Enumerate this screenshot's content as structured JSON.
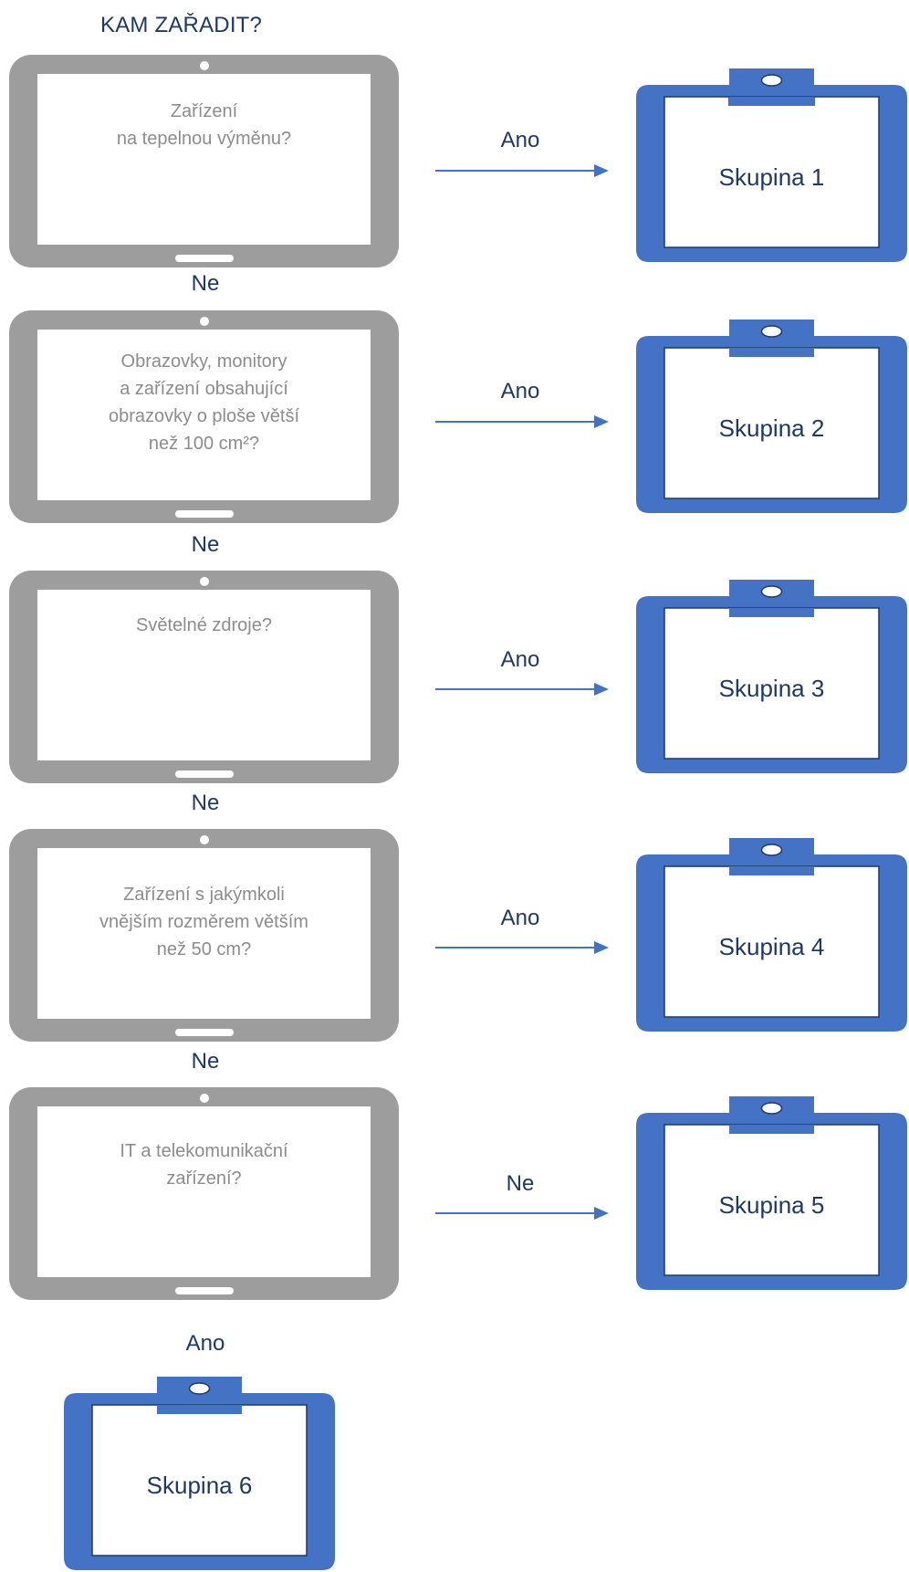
{
  "title": "KAM ZAŘADIT?",
  "questions": [
    {
      "text": "Zařízení\nna tepelnou výměnu?",
      "branch_label": "Ano",
      "group": "Skupina 1",
      "below_label": "Ne"
    },
    {
      "text": "Obrazovky, monitory\na zařízení obsahující\nobrazovky o ploše větší\nnež 100 cm²?",
      "branch_label": "Ano",
      "group": "Skupina 2",
      "below_label": "Ne"
    },
    {
      "text": "Světelné zdroje?",
      "branch_label": "Ano",
      "group": "Skupina 3",
      "below_label": "Ne"
    },
    {
      "text": "Zařízení s jakýmkoli\nvnějším rozměrem větším\nnež 50 cm?",
      "branch_label": "Ano",
      "group": "Skupina 4",
      "below_label": "Ne"
    },
    {
      "text": "IT a telekomunikační\nzařízení?",
      "branch_label": "Ne",
      "group": "Skupina 5",
      "below_label": "Ano"
    }
  ],
  "final_group": "Skupina 6",
  "colors": {
    "tablet": "#9d9d9d",
    "clipboard": "#4472c4",
    "arrow": "#4472c4",
    "label_text": "#1f3864",
    "question_text": "#8c8c8c"
  },
  "icons": [
    "tablet-icon",
    "clipboard-icon",
    "arrow-right-icon"
  ]
}
